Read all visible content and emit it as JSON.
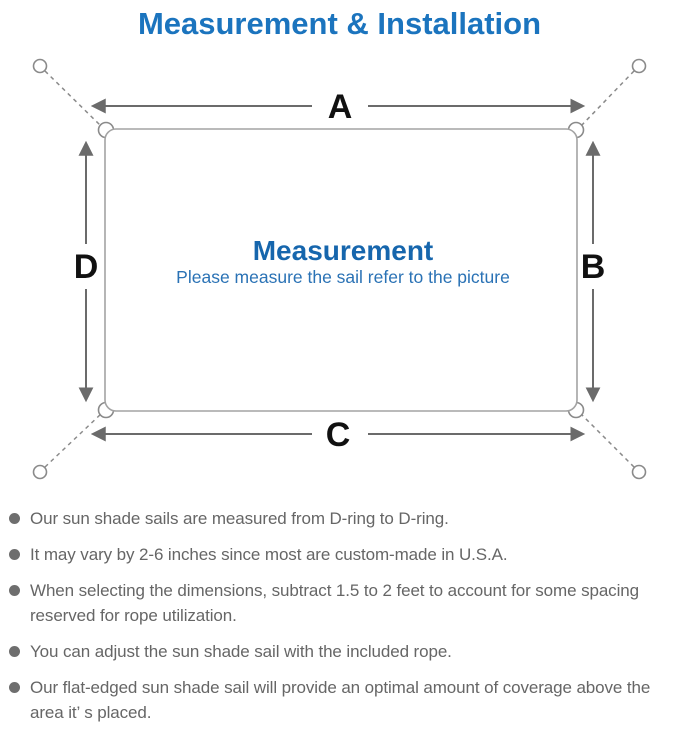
{
  "page_title": "Measurement & Installation",
  "diagram": {
    "edge_labels": {
      "top": "A",
      "right": "B",
      "bottom": "C",
      "left": "D"
    },
    "center": {
      "title": "Measurement",
      "subtitle": "Please measure the sail refer to the picture"
    },
    "colors": {
      "accent_blue": "#1b74be",
      "center_text_blue": "#1666ad",
      "subtitle_blue": "#2a72b5",
      "outline_gray": "#a3a3a3",
      "arrow_gray": "#6b6b6b",
      "dashed_line_gray": "#8a8a8a",
      "edge_label_black": "#111111",
      "note_text_gray": "#666666"
    }
  },
  "notes": {
    "items": [
      "Our sun shade sails are measured from D-ring to D-ring.",
      "It may vary by 2-6 inches since most are custom-made in U.S.A.",
      "When selecting the dimensions, subtract 1.5 to 2 feet to account for some spacing reserved for rope utilization.",
      "You can adjust the sun shade sail with the included rope.",
      "Our flat-edged sun shade sail will provide an optimal amount of coverage above the area it’ s placed."
    ]
  }
}
